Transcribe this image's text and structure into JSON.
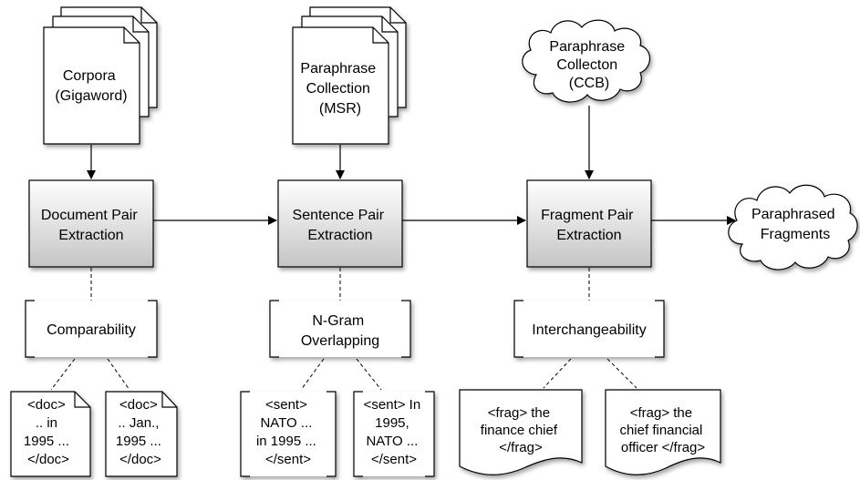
{
  "sources": {
    "corpora": [
      "Corpora",
      "(Gigaword)"
    ],
    "msr": [
      "Paraphrase",
      "Collection",
      "(MSR)"
    ],
    "ccb": [
      "Paraphrase",
      "Collecton",
      "(CCB)"
    ]
  },
  "stages": {
    "document": [
      "Document Pair",
      "Extraction"
    ],
    "sentence": [
      "Sentence Pair",
      "Extraction"
    ],
    "fragment": [
      "Fragment Pair",
      "Extraction"
    ]
  },
  "output": [
    "Paraphrased",
    "Fragments"
  ],
  "criteria": {
    "comparability": [
      "Comparability"
    ],
    "ngram": [
      "N-Gram",
      "Overlapping"
    ],
    "interchangeability": [
      "Interchangeability"
    ]
  },
  "examples": {
    "doc1": [
      "<doc>",
      ".. in",
      "1995 ...",
      "</doc>"
    ],
    "doc2": [
      "<doc>",
      ".. Jan.,",
      "1995 ...",
      "</doc>"
    ],
    "sent1": [
      "<sent>",
      "NATO ...",
      "in 1995 ...",
      "</sent>"
    ],
    "sent2": [
      "<sent> In",
      "1995,",
      "NATO ...",
      "</sent>"
    ],
    "frag1": [
      "<frag> the",
      "finance chief",
      "</frag>"
    ],
    "frag2": [
      "<frag> the",
      "chief financial",
      "officer </frag>"
    ]
  },
  "colors": {
    "stroke": "#000000",
    "box_fill_top": "#ffffff",
    "box_fill_bottom": "#c8c8c8",
    "shadow": "#9a9a9a"
  }
}
